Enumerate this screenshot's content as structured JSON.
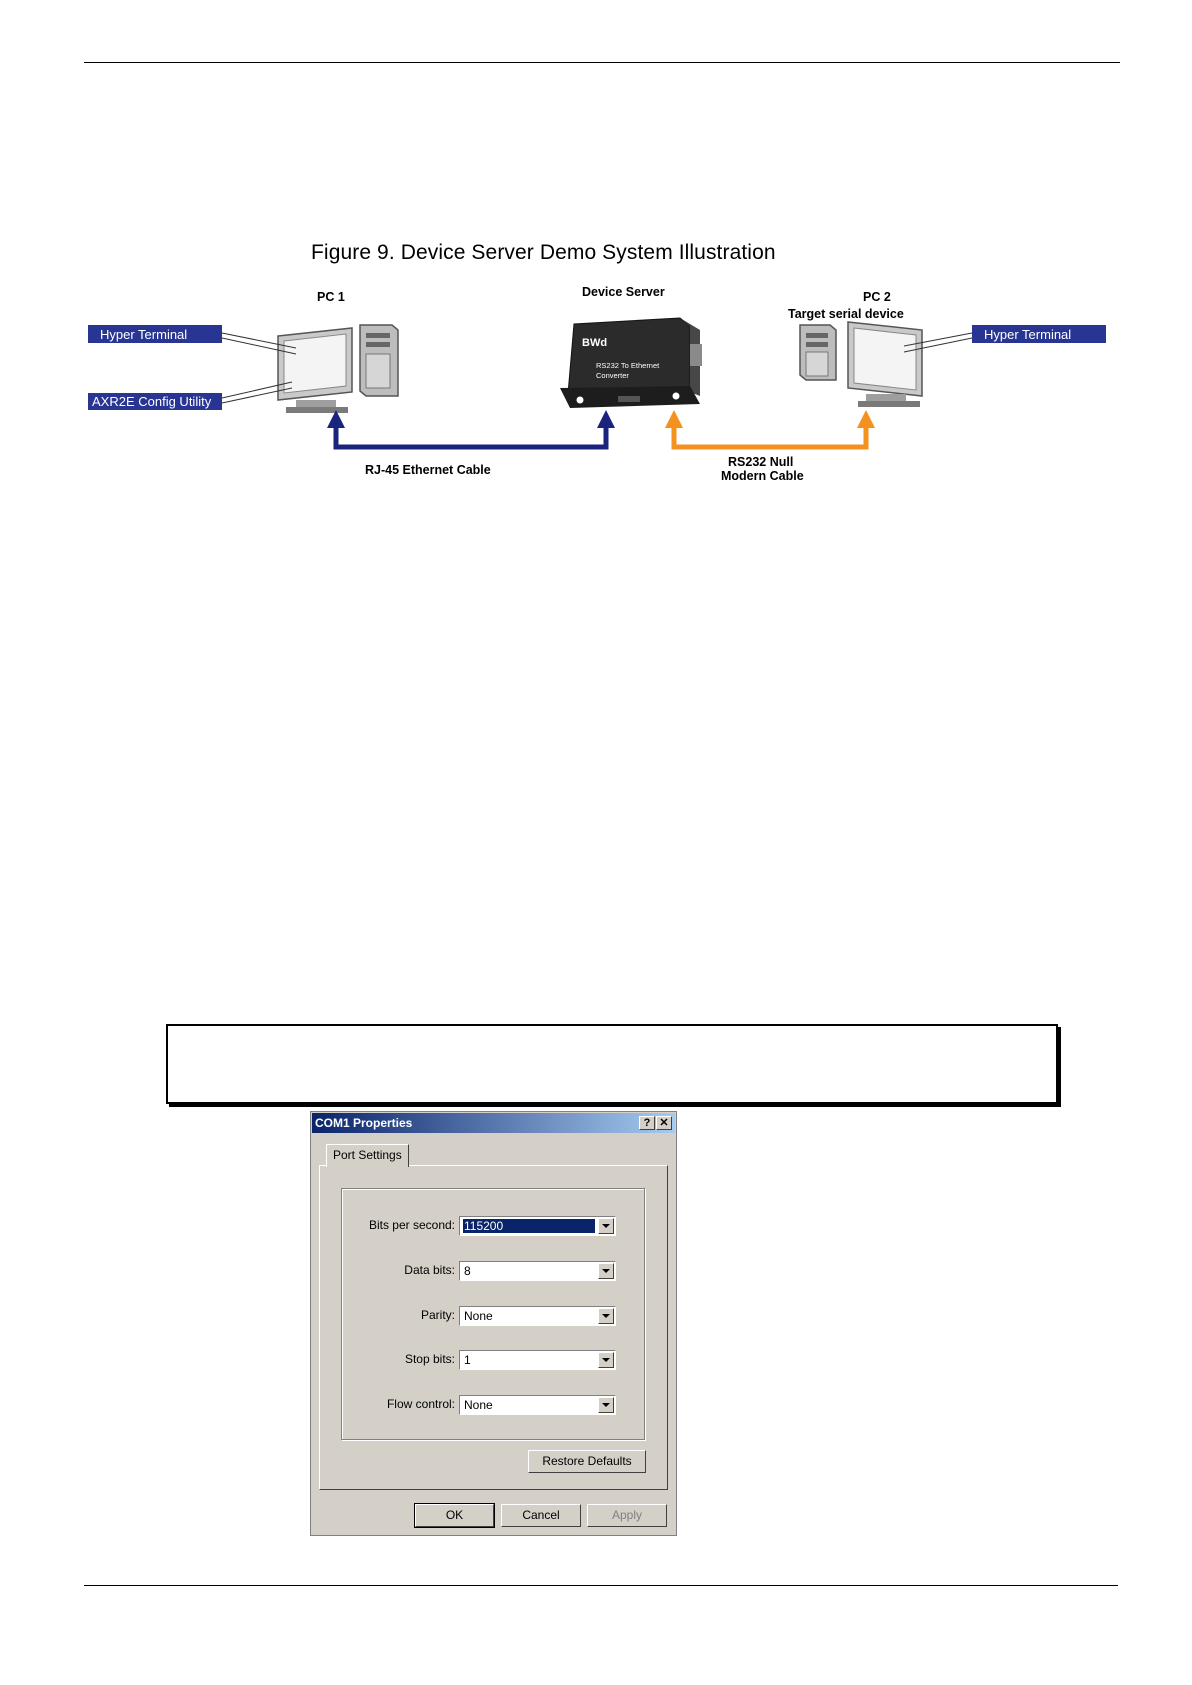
{
  "figure": {
    "caption": "Figure 9. Device Server Demo System Illustration",
    "labels": {
      "pc1": "PC 1",
      "device_server": "Device Server",
      "pc2": "PC 2",
      "target": "Target serial device",
      "hyper_terminal_left": "Hyper Terminal",
      "config_utility": "AXR2E Config Utility",
      "hyper_terminal_right": "Hyper Terminal",
      "ethernet_cable": "RJ-45 Ethernet Cable",
      "rs232_line1": "RS232 Null",
      "rs232_line2": "Modern Cable",
      "converter_line1": "RS232 To Ethernet",
      "converter_line2": "Converter",
      "converter_brand": "BWd"
    },
    "colors": {
      "ethernet": "#1a237e",
      "serial": "#f5911e",
      "tag_bg": "#283593"
    }
  },
  "dialog": {
    "title": "COM1 Properties",
    "help_glyph": "?",
    "close_glyph": "✕",
    "tab": "Port Settings",
    "fields": [
      {
        "label": "Bits per second:",
        "value": "115200"
      },
      {
        "label": "Data bits:",
        "value": "8"
      },
      {
        "label": "Parity:",
        "value": "None"
      },
      {
        "label": "Stop bits:",
        "value": "1"
      },
      {
        "label": "Flow control:",
        "value": "None"
      }
    ],
    "restore_defaults": "Restore Defaults",
    "ok": "OK",
    "cancel": "Cancel",
    "apply": "Apply"
  }
}
